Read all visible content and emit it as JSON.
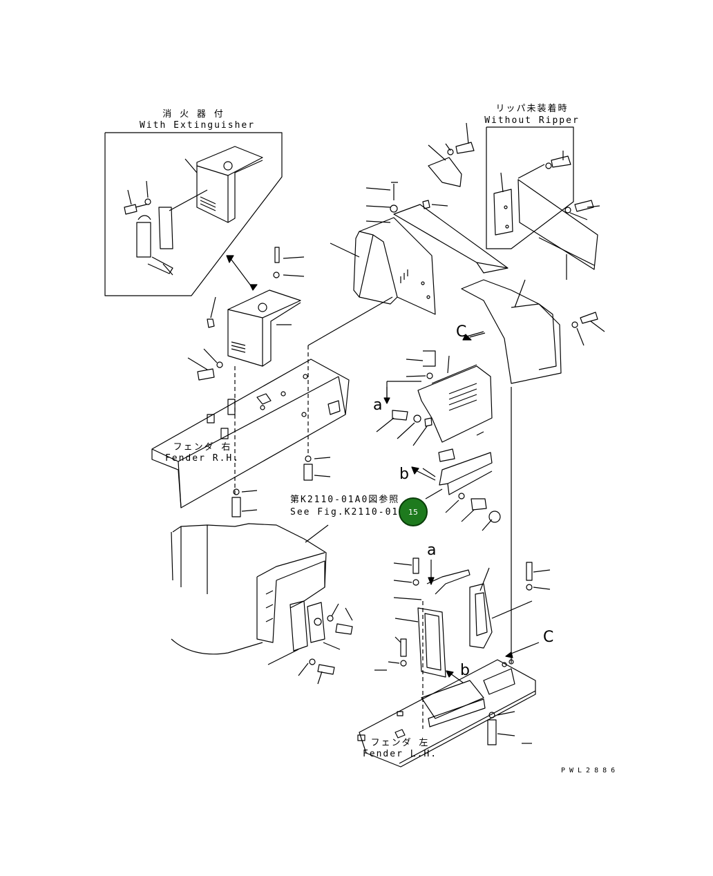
{
  "labels": {
    "extinguisher_jp": "消 火 器 付",
    "extinguisher_en": "With Extinguisher",
    "ripper_jp": "リッパ未装着時",
    "ripper_en": "Without Ripper",
    "fender_rh_jp": "フェンダ 右",
    "fender_rh_en": "Fender R.H.",
    "fender_lh_jp": "フェンダ 左",
    "fender_lh_en": "Fender L.H.",
    "ref_jp": "第K2110-01A0図参照",
    "ref_en": "See Fig.K2110-01A0",
    "drawing_no": "PWL2886"
  },
  "letters": {
    "a_top": "a",
    "a_bottom": "a",
    "b_top": "b",
    "b_bottom": "b",
    "c_top": "C",
    "c_bottom": "C"
  },
  "callout": {
    "number": "15",
    "color": "#1e7a1e"
  }
}
